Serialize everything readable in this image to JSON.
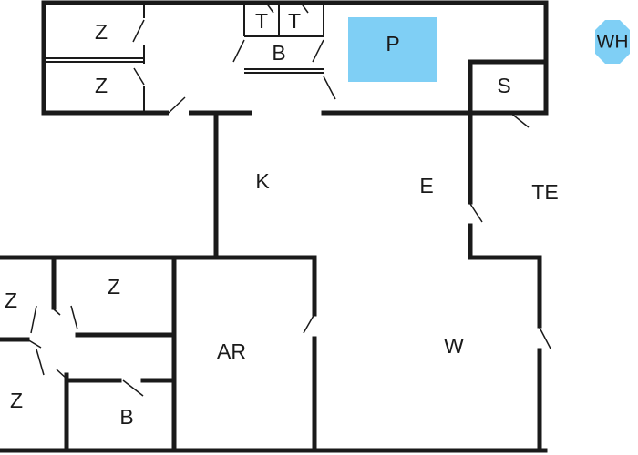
{
  "labels": {
    "z_top_1": "Z",
    "z_top_2": "Z",
    "t_1": "T",
    "t_2": "T",
    "b_top": "B",
    "p": "P",
    "wh": "WH",
    "s": "S",
    "k": "K",
    "e": "E",
    "te": "TE",
    "z_left_1": "Z",
    "z_bot_1": "Z",
    "z_left_2": "Z",
    "ar": "AR",
    "b_bottom": "B",
    "w": "W"
  },
  "colors": {
    "pool": "#7fcff5",
    "whirlpool": "#7fcff5",
    "wall": "#1a1a1a"
  }
}
